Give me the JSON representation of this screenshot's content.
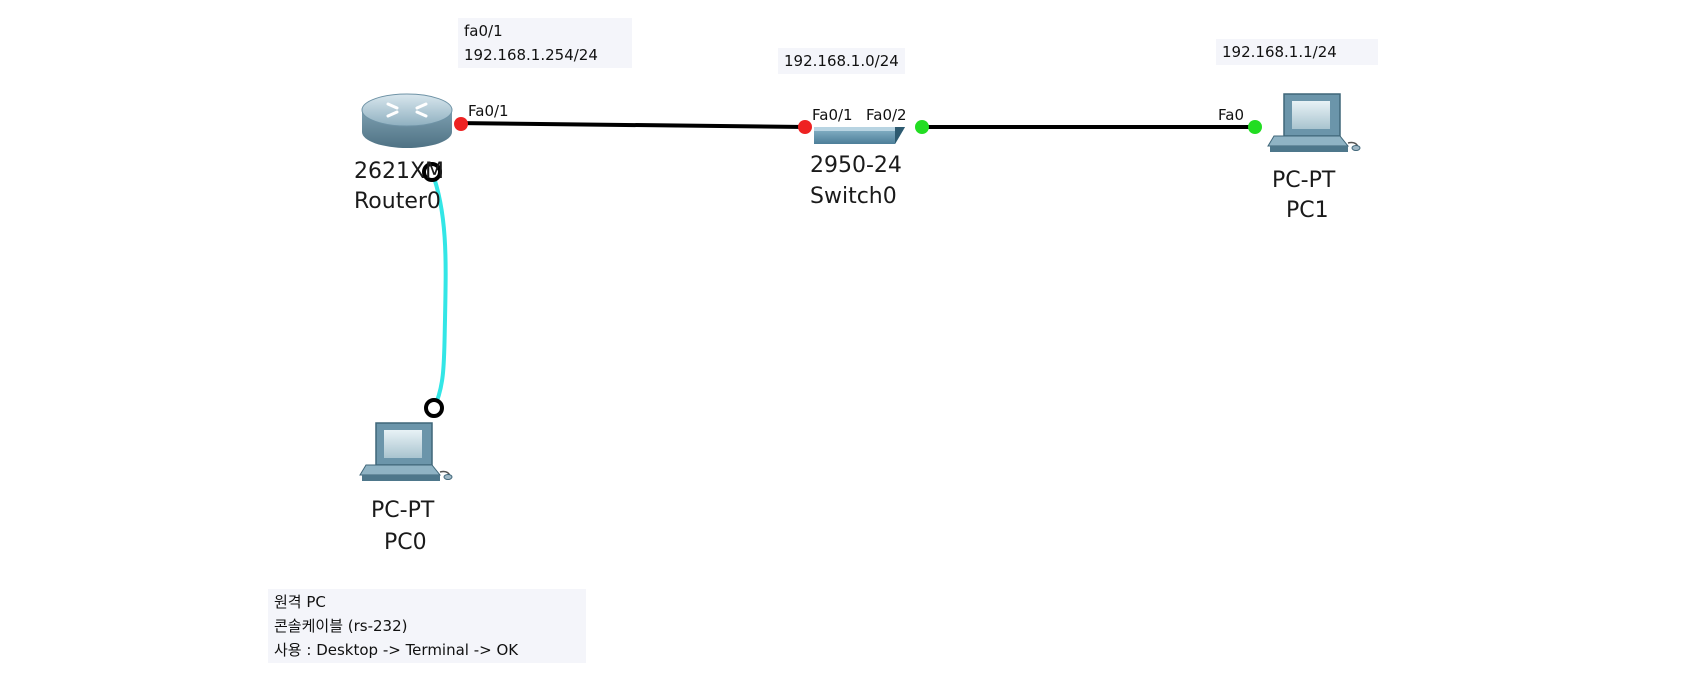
{
  "annotations": {
    "router_port_note": {
      "line1": "fa0/1",
      "line2": "192.168.1.254/24"
    },
    "network_note": "192.168.1.0/24",
    "pc1_ip_note": "192.168.1.1/24",
    "console_note": {
      "line1": "원격 PC",
      "line2": "콘솔케이블 (rs-232)",
      "line3": "사용 : Desktop -> Terminal -> OK"
    }
  },
  "devices": {
    "router": {
      "model": "2621XM",
      "name": "Router0"
    },
    "switch": {
      "model": "2950-24",
      "name": "Switch0"
    },
    "pc0": {
      "model": "PC-PT",
      "name": "PC0"
    },
    "pc1": {
      "model": "PC-PT",
      "name": "PC1"
    }
  },
  "ports": {
    "router_fa": "Fa0/1",
    "switch_fa1": "Fa0/1",
    "switch_fa2": "Fa0/2",
    "pc1_fa": "Fa0"
  },
  "colors": {
    "ethernet_link": "#000000",
    "console_link": "#33e6e6",
    "port_down": "#ee2222",
    "port_up": "#22dd22",
    "note_bg": "#f4f5fa"
  }
}
